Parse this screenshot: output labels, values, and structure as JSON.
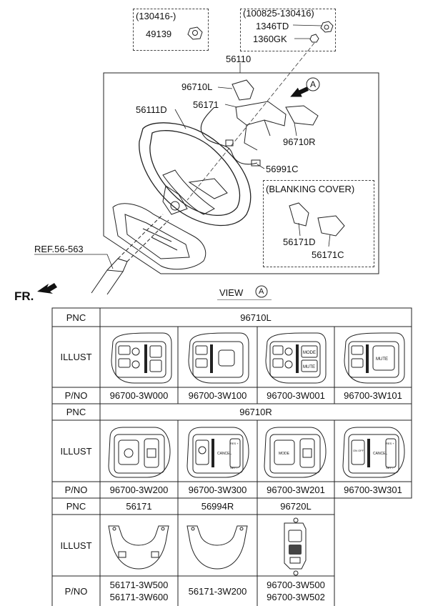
{
  "diagram": {
    "callouts": {
      "date_a": "(130416-)",
      "part_49139": "49139",
      "date_b": "(100825-130416)",
      "part_1346td": "1346TD",
      "part_1360gk": "1360GK",
      "part_56110": "56110",
      "part_96710l": "96710L",
      "part_56171": "56171",
      "part_56111d": "56111D",
      "part_96710r": "96710R",
      "part_56991c": "56991C",
      "blanking_cover": "(BLANKING COVER)",
      "part_56171d": "56171D",
      "part_56171c": "56171C",
      "ref": "REF.56-563",
      "front": "FR.",
      "view_a_marker": "A"
    },
    "view_title": "VIEW",
    "view_letter": "A"
  },
  "table": {
    "pnc_label": "PNC",
    "illust_label": "ILLUST",
    "pno_label": "P/NO",
    "group1": {
      "pnc": "96710L",
      "parts": [
        "96700-3W000",
        "96700-3W100",
        "96700-3W001",
        "96700-3W101"
      ]
    },
    "group2": {
      "pnc": "96710R",
      "parts": [
        "96700-3W200",
        "96700-3W300",
        "96700-3W201",
        "96700-3W301"
      ]
    },
    "group3": {
      "pncs": [
        "56171",
        "56994R",
        "96720L"
      ],
      "parts": [
        [
          "56171-3W500",
          "56171-3W600"
        ],
        [
          "56171-3W200"
        ],
        [
          "96700-3W500",
          "96700-3W502"
        ]
      ]
    },
    "button_texts": {
      "mode": "MODE",
      "mute": "MUTE",
      "cancel": "CANCEL",
      "res": "RES +",
      "set": "SET -",
      "on_off": "ON OFF"
    }
  }
}
